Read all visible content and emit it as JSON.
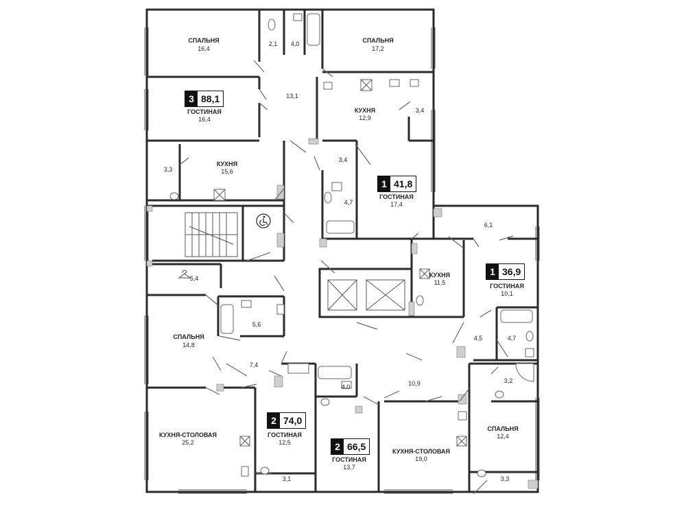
{
  "rooms": [
    {
      "id": "r1",
      "name": "СПАЛЬНЯ",
      "area": "16,4"
    },
    {
      "id": "r2",
      "name": "",
      "area": "2,1"
    },
    {
      "id": "r3",
      "name": "",
      "area": "4,0"
    },
    {
      "id": "r4",
      "name": "СПАЛЬНЯ",
      "area": "17,2"
    },
    {
      "id": "r5",
      "name": "",
      "area": "13,1"
    },
    {
      "id": "r6",
      "name": "ГОСТИНАЯ",
      "area": "16,4"
    },
    {
      "id": "r7",
      "name": "КУХНЯ",
      "area": "12,9"
    },
    {
      "id": "r8",
      "name": "",
      "area": "3,4"
    },
    {
      "id": "r9",
      "name": "",
      "area": "3,3"
    },
    {
      "id": "r10",
      "name": "КУХНЯ",
      "area": "15,6"
    },
    {
      "id": "r11",
      "name": "",
      "area": "3,4"
    },
    {
      "id": "r12",
      "name": "",
      "area": "4,7"
    },
    {
      "id": "r13",
      "name": "ГОСТИНАЯ",
      "area": "17,4"
    },
    {
      "id": "r14",
      "name": "",
      "area": "6,1"
    },
    {
      "id": "r15",
      "name": "",
      "area": "5,4"
    },
    {
      "id": "r16",
      "name": "КУХНЯ",
      "area": "11,5"
    },
    {
      "id": "r17",
      "name": "ГОСТИНАЯ",
      "area": "10,1"
    },
    {
      "id": "r18",
      "name": "",
      "area": "5,6"
    },
    {
      "id": "r19",
      "name": "СПАЛЬНЯ",
      "area": "14,8"
    },
    {
      "id": "r20",
      "name": "",
      "area": "4,5"
    },
    {
      "id": "r21",
      "name": "",
      "area": "4,7"
    },
    {
      "id": "r22",
      "name": "",
      "area": "7,4"
    },
    {
      "id": "r23",
      "name": "",
      "area": "3,2"
    },
    {
      "id": "r24",
      "name": "",
      "area": "4,0"
    },
    {
      "id": "r25",
      "name": "",
      "area": "10,9"
    },
    {
      "id": "r26",
      "name": "КУХНЯ-СТОЛОВАЯ",
      "area": "25,2"
    },
    {
      "id": "r27",
      "name": "ГОСТИНАЯ",
      "area": "12,5"
    },
    {
      "id": "r28",
      "name": "ГОСТИНАЯ",
      "area": "13,7"
    },
    {
      "id": "r29",
      "name": "КУХНЯ-СТОЛОВАЯ",
      "area": "19,0"
    },
    {
      "id": "r30",
      "name": "СПАЛЬНЯ",
      "area": "12,4"
    },
    {
      "id": "r31",
      "name": "",
      "area": "3,1"
    },
    {
      "id": "r32",
      "name": "",
      "area": "3,3"
    }
  ],
  "apartments": [
    {
      "id": "a1",
      "rooms": "3",
      "total": "88,1"
    },
    {
      "id": "a2",
      "rooms": "1",
      "total": "41,8"
    },
    {
      "id": "a3",
      "rooms": "1",
      "total": "36,9"
    },
    {
      "id": "a4",
      "rooms": "2",
      "total": "74,0"
    },
    {
      "id": "a5",
      "rooms": "2",
      "total": "66,5"
    }
  ]
}
